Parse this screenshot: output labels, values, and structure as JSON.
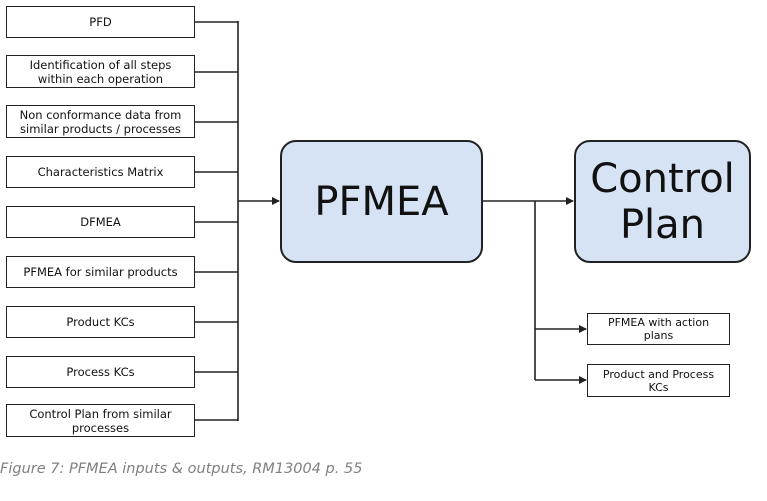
{
  "inputs": [
    "PFD",
    "Identification of all steps within each operation",
    "Non conformance data from similar products / processes",
    "Characteristics Matrix",
    "DFMEA",
    "PFMEA for similar products",
    "Product KCs",
    "Process KCs",
    "Control Plan from similar processes"
  ],
  "center": "PFMEA",
  "target": "Control Plan",
  "outputs": [
    "PFMEA with action plans",
    "Product and Process KCs"
  ],
  "caption": "Figure 7: PFMEA inputs & outputs, RM13004 p. 55",
  "colors": {
    "process_fill": "#d6e3f4",
    "stroke": "#222222",
    "caption": "#808080"
  }
}
